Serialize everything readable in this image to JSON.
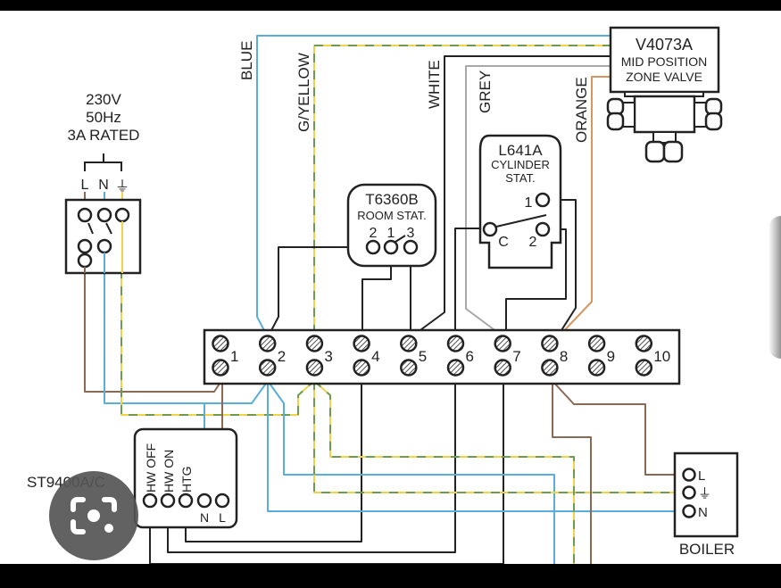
{
  "colors": {
    "blue": "#5aaedb",
    "brown": "#8b6a55",
    "orange": "#d7955f",
    "grey": "#a8a8a8",
    "black": "#222222",
    "earth_yellow": "#f0d34a",
    "earth_green": "#6f9a52"
  },
  "supply": {
    "lines": [
      "230V",
      "50Hz",
      "3A RATED"
    ],
    "terminals": [
      "L",
      "N",
      "⏚"
    ]
  },
  "wire_labels": {
    "blue": "BLUE",
    "g_yellow": "G/YELLOW",
    "white": "WHITE",
    "grey": "GREY",
    "orange": "ORANGE"
  },
  "zone_valve": {
    "model": "V4073A",
    "line2": "MID POSITION",
    "line3": "ZONE VALVE"
  },
  "room_stat": {
    "model": "T6360B",
    "line2": "ROOM STAT.",
    "terminals": [
      "2",
      "1",
      "3"
    ]
  },
  "cylinder_stat": {
    "model": "L641A",
    "line2": "CYLINDER",
    "line3": "STAT.",
    "terminals": [
      "1",
      "C",
      "2"
    ]
  },
  "terminal_strip": {
    "numbers": [
      "1",
      "2",
      "3",
      "4",
      "5",
      "6",
      "7",
      "8",
      "9",
      "10"
    ]
  },
  "programmer": {
    "model": "ST9400A/C",
    "terminals": [
      "HW OFF",
      "HW ON",
      "HTG",
      "N",
      "L"
    ]
  },
  "boiler": {
    "label": "BOILER",
    "terminals": [
      "L",
      "⏚",
      "N"
    ]
  },
  "overlay": {
    "lens_icon": "google-lens-icon"
  }
}
